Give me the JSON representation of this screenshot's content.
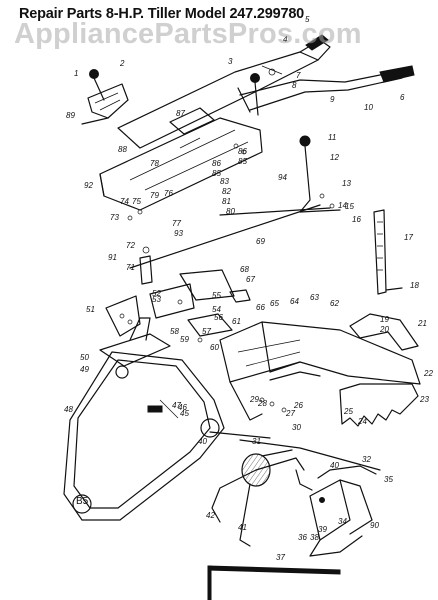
{
  "header": {
    "title": "Repair Parts 8-H.P. Tiller Model 247.299780",
    "watermark": "AppliancePartsPros.com"
  },
  "footer": {
    "code": "B5"
  },
  "callouts": [
    {
      "id": "1",
      "label": "1"
    },
    {
      "id": "2",
      "label": "2"
    },
    {
      "id": "3",
      "label": "3"
    },
    {
      "id": "4",
      "label": "4"
    },
    {
      "id": "5",
      "label": "5"
    },
    {
      "id": "6",
      "label": "6"
    },
    {
      "id": "7",
      "label": "7"
    },
    {
      "id": "8",
      "label": "8"
    },
    {
      "id": "9",
      "label": "9"
    },
    {
      "id": "10",
      "label": "10"
    },
    {
      "id": "11",
      "label": "11"
    },
    {
      "id": "12",
      "label": "12"
    },
    {
      "id": "13",
      "label": "13"
    },
    {
      "id": "14",
      "label": "14"
    },
    {
      "id": "15",
      "label": "15"
    },
    {
      "id": "16",
      "label": "16"
    },
    {
      "id": "17",
      "label": "17"
    },
    {
      "id": "18",
      "label": "18"
    },
    {
      "id": "19",
      "label": "19"
    },
    {
      "id": "20",
      "label": "20"
    },
    {
      "id": "21",
      "label": "21"
    },
    {
      "id": "22",
      "label": "22"
    },
    {
      "id": "23",
      "label": "23"
    },
    {
      "id": "24",
      "label": "24"
    },
    {
      "id": "25",
      "label": "25"
    },
    {
      "id": "26",
      "label": "26"
    },
    {
      "id": "27",
      "label": "27"
    },
    {
      "id": "28",
      "label": "28"
    },
    {
      "id": "29",
      "label": "29"
    },
    {
      "id": "30",
      "label": "30"
    },
    {
      "id": "31",
      "label": "31"
    },
    {
      "id": "32",
      "label": "32"
    },
    {
      "id": "34",
      "label": "34"
    },
    {
      "id": "35",
      "label": "35"
    },
    {
      "id": "36",
      "label": "36"
    },
    {
      "id": "37",
      "label": "37"
    },
    {
      "id": "38",
      "label": "38"
    },
    {
      "id": "39",
      "label": "39"
    },
    {
      "id": "40a",
      "label": "40"
    },
    {
      "id": "40b",
      "label": "40"
    },
    {
      "id": "41",
      "label": "41"
    },
    {
      "id": "42",
      "label": "42"
    },
    {
      "id": "45",
      "label": "45"
    },
    {
      "id": "46",
      "label": "46"
    },
    {
      "id": "47",
      "label": "47"
    },
    {
      "id": "48",
      "label": "48"
    },
    {
      "id": "49",
      "label": "49"
    },
    {
      "id": "50",
      "label": "50"
    },
    {
      "id": "51",
      "label": "51"
    },
    {
      "id": "52",
      "label": "52"
    },
    {
      "id": "53",
      "label": "53"
    },
    {
      "id": "54",
      "label": "54"
    },
    {
      "id": "55",
      "label": "55"
    },
    {
      "id": "56",
      "label": "56"
    },
    {
      "id": "57",
      "label": "57"
    },
    {
      "id": "58",
      "label": "58"
    },
    {
      "id": "59",
      "label": "59"
    },
    {
      "id": "60",
      "label": "60"
    },
    {
      "id": "61",
      "label": "61"
    },
    {
      "id": "62",
      "label": "62"
    },
    {
      "id": "63",
      "label": "63"
    },
    {
      "id": "64",
      "label": "64"
    },
    {
      "id": "65",
      "label": "65"
    },
    {
      "id": "66",
      "label": "66"
    },
    {
      "id": "67",
      "label": "67"
    },
    {
      "id": "68",
      "label": "68"
    },
    {
      "id": "69",
      "label": "69"
    },
    {
      "id": "71",
      "label": "71"
    },
    {
      "id": "72",
      "label": "72"
    },
    {
      "id": "73",
      "label": "73"
    },
    {
      "id": "74",
      "label": "74"
    },
    {
      "id": "75",
      "label": "75"
    },
    {
      "id": "76",
      "label": "76"
    },
    {
      "id": "77",
      "label": "77"
    },
    {
      "id": "78",
      "label": "78"
    },
    {
      "id": "79",
      "label": "79"
    },
    {
      "id": "80",
      "label": "80"
    },
    {
      "id": "81",
      "label": "81"
    },
    {
      "id": "82",
      "label": "82"
    },
    {
      "id": "83",
      "label": "83"
    },
    {
      "id": "85a",
      "label": "85"
    },
    {
      "id": "85b",
      "label": "85"
    },
    {
      "id": "86a",
      "label": "86"
    },
    {
      "id": "86b",
      "label": "86"
    },
    {
      "id": "87",
      "label": "87"
    },
    {
      "id": "88",
      "label": "88"
    },
    {
      "id": "89",
      "label": "89"
    },
    {
      "id": "90",
      "label": "90"
    },
    {
      "id": "91",
      "label": "91"
    },
    {
      "id": "92",
      "label": "92"
    },
    {
      "id": "93",
      "label": "93"
    },
    {
      "id": "94",
      "label": "94"
    }
  ]
}
